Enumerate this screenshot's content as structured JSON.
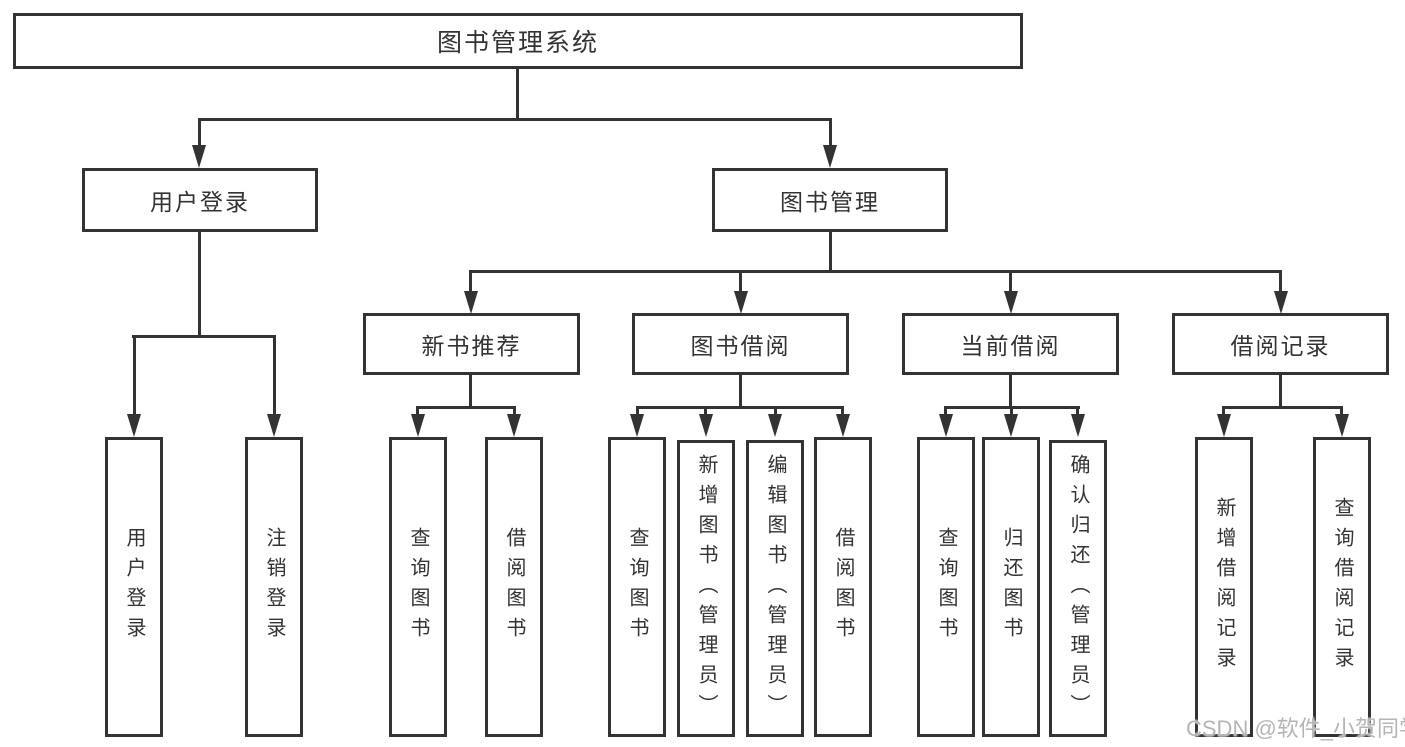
{
  "diagram": {
    "colors": {
      "line": "#333333",
      "text": "#333333",
      "background": "#ffffff",
      "watermark": "#b5b5b5"
    },
    "tree": {
      "root": {
        "label": "图书管理系统"
      },
      "branches": [
        {
          "label": "用户登录",
          "children": [
            {
              "label": "用户登录"
            },
            {
              "label": "注销登录"
            }
          ]
        },
        {
          "label": "图书管理",
          "children": [
            {
              "label": "新书推荐",
              "children": [
                {
                  "label": "查询图书"
                },
                {
                  "label": "借阅图书"
                }
              ]
            },
            {
              "label": "图书借阅",
              "children": [
                {
                  "label": "查询图书"
                },
                {
                  "label": "新增图书（管理员）"
                },
                {
                  "label": "编辑图书（管理员）"
                },
                {
                  "label": "借阅图书"
                }
              ]
            },
            {
              "label": "当前借阅",
              "children": [
                {
                  "label": "查询图书"
                },
                {
                  "label": "归还图书"
                },
                {
                  "label": "确认归还（管理员）"
                }
              ]
            },
            {
              "label": "借阅记录",
              "children": [
                {
                  "label": "新增借阅记录"
                },
                {
                  "label": "查询借阅记录"
                }
              ]
            }
          ]
        }
      ]
    },
    "watermark": {
      "text": "CSDN @软件_小贺同学"
    }
  }
}
